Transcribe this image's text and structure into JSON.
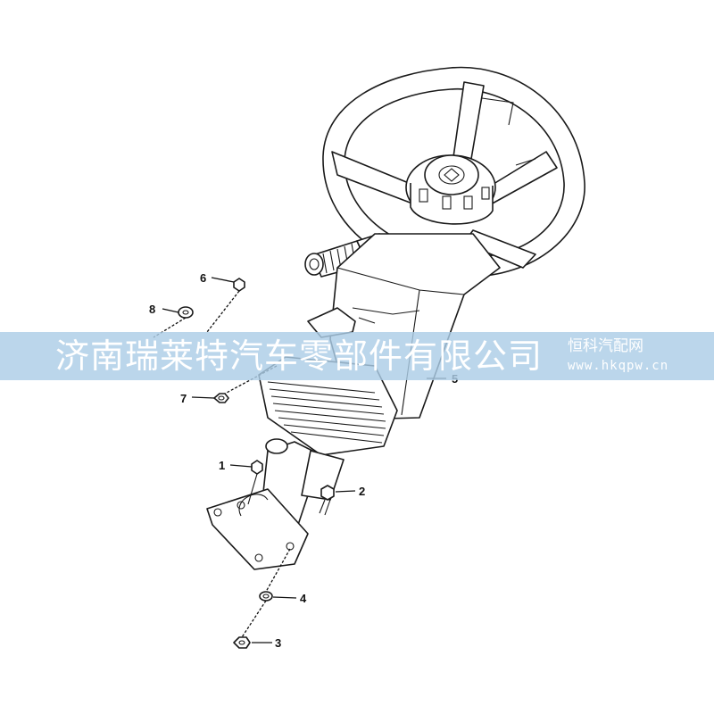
{
  "watermark": {
    "company": "济南瑞莱特汽车零部件有限公司",
    "site_name": "恒科汽配网",
    "site_url": "www.hkqpw.cn"
  },
  "callouts": {
    "c1": "1",
    "c2": "2",
    "c3": "3",
    "c4": "4",
    "c5": "5",
    "c6": "6",
    "c7": "7",
    "c8": "8"
  }
}
